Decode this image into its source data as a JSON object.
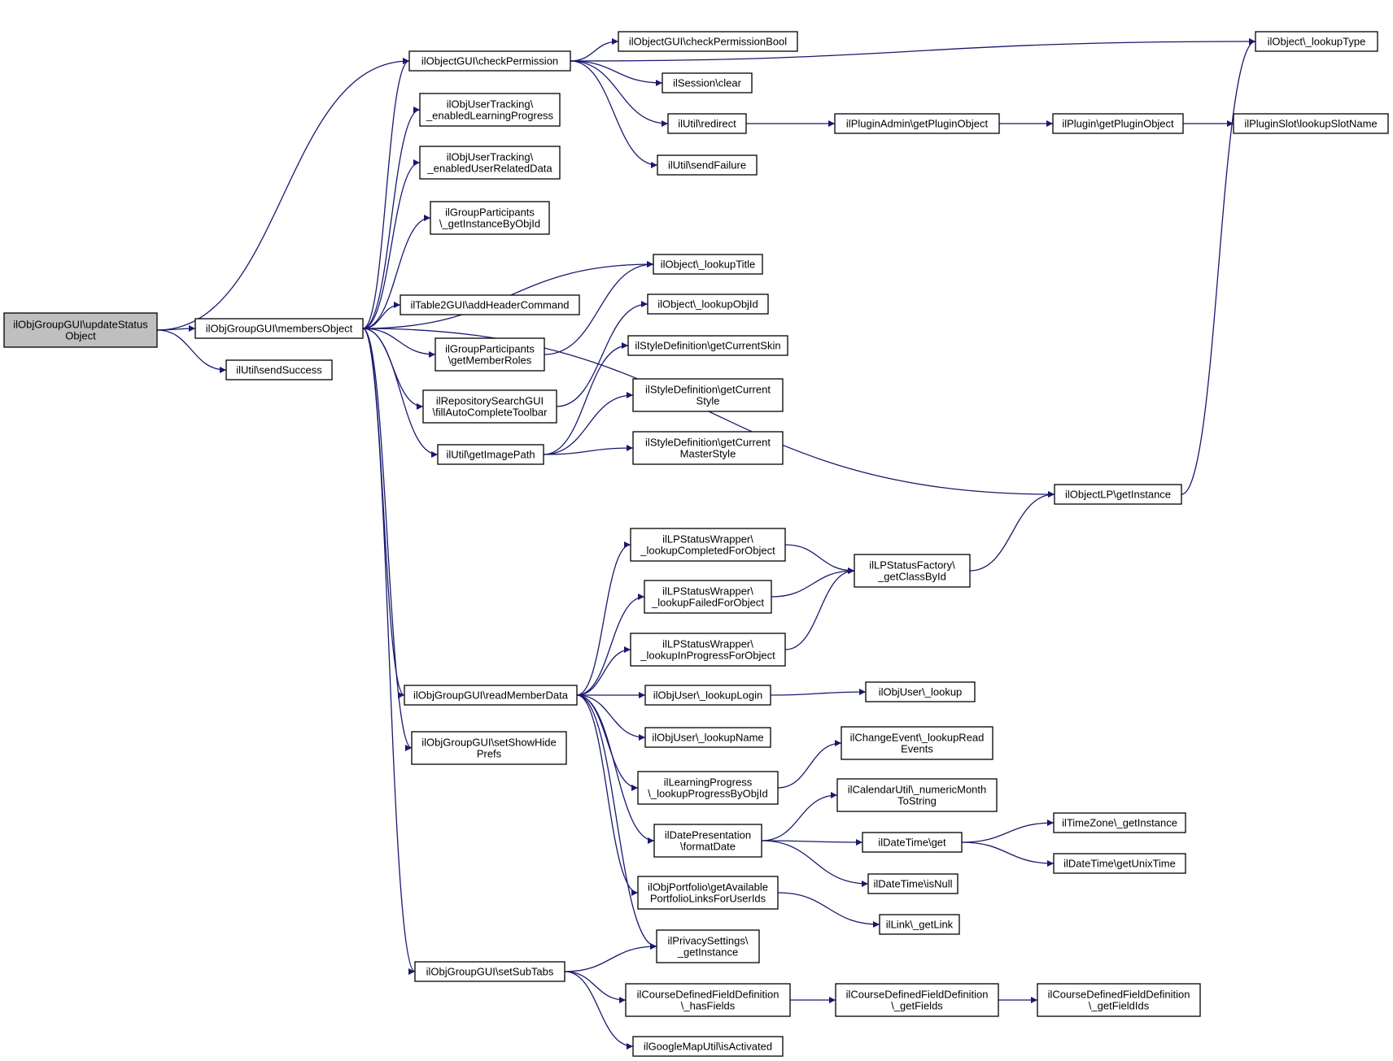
{
  "diagram": {
    "type": "call-graph",
    "colors": {
      "edge": "#191970",
      "root_fill": "#bfbfbf",
      "node_fill": "#ffffff",
      "border": "#000000"
    },
    "nodes": [
      {
        "id": "n0",
        "lines": [
          "ilObjGroupGUI\\updateStatus",
          "Object"
        ],
        "root": true
      },
      {
        "id": "n1",
        "lines": [
          "ilObjGroupGUI\\membersObject"
        ]
      },
      {
        "id": "n2",
        "lines": [
          "ilUtil\\sendSuccess"
        ]
      },
      {
        "id": "n3",
        "lines": [
          "ilObjectGUI\\checkPermission"
        ]
      },
      {
        "id": "n4",
        "lines": [
          "ilObjUserTracking\\",
          "_enabledLearningProgress"
        ]
      },
      {
        "id": "n5",
        "lines": [
          "ilObjUserTracking\\",
          "_enabledUserRelatedData"
        ]
      },
      {
        "id": "n6",
        "lines": [
          "ilGroupParticipants",
          "\\_getInstanceByObjId"
        ]
      },
      {
        "id": "n7",
        "lines": [
          "ilTable2GUI\\addHeaderCommand"
        ]
      },
      {
        "id": "n8",
        "lines": [
          "ilGroupParticipants",
          "\\getMemberRoles"
        ]
      },
      {
        "id": "n9",
        "lines": [
          "ilRepositorySearchGUI",
          "\\fillAutoCompleteToolbar"
        ]
      },
      {
        "id": "n10",
        "lines": [
          "ilUtil\\getImagePath"
        ]
      },
      {
        "id": "n11",
        "lines": [
          "ilObjGroupGUI\\readMemberData"
        ]
      },
      {
        "id": "n12",
        "lines": [
          "ilObjGroupGUI\\setShowHide",
          "Prefs"
        ]
      },
      {
        "id": "n13",
        "lines": [
          "ilObjGroupGUI\\setSubTabs"
        ]
      },
      {
        "id": "n14",
        "lines": [
          "ilObjectGUI\\checkPermissionBool"
        ]
      },
      {
        "id": "n15",
        "lines": [
          "ilSession\\clear"
        ]
      },
      {
        "id": "n16",
        "lines": [
          "ilUtil\\redirect"
        ]
      },
      {
        "id": "n17",
        "lines": [
          "ilUtil\\sendFailure"
        ]
      },
      {
        "id": "n18",
        "lines": [
          "ilObject\\_lookupTitle"
        ]
      },
      {
        "id": "n19",
        "lines": [
          "ilObject\\_lookupObjId"
        ]
      },
      {
        "id": "n20",
        "lines": [
          "ilStyleDefinition\\getCurrentSkin"
        ]
      },
      {
        "id": "n21",
        "lines": [
          "ilStyleDefinition\\getCurrent",
          "Style"
        ]
      },
      {
        "id": "n22",
        "lines": [
          "ilStyleDefinition\\getCurrent",
          "MasterStyle"
        ]
      },
      {
        "id": "n23",
        "lines": [
          "ilLPStatusWrapper\\",
          "_lookupCompletedForObject"
        ]
      },
      {
        "id": "n24",
        "lines": [
          "ilLPStatusWrapper\\",
          "_lookupFailedForObject"
        ]
      },
      {
        "id": "n25",
        "lines": [
          "ilLPStatusWrapper\\",
          "_lookupInProgressForObject"
        ]
      },
      {
        "id": "n26",
        "lines": [
          "ilObjUser\\_lookupLogin"
        ]
      },
      {
        "id": "n27",
        "lines": [
          "ilObjUser\\_lookupName"
        ]
      },
      {
        "id": "n28",
        "lines": [
          "ilLearningProgress",
          "\\_lookupProgressByObjId"
        ]
      },
      {
        "id": "n29",
        "lines": [
          "ilDatePresentation",
          "\\formatDate"
        ]
      },
      {
        "id": "n30",
        "lines": [
          "ilObjPortfolio\\getAvailable",
          "PortfolioLinksForUserIds"
        ]
      },
      {
        "id": "n31",
        "lines": [
          "ilPrivacySettings\\",
          "_getInstance"
        ]
      },
      {
        "id": "n32",
        "lines": [
          "ilCourseDefinedFieldDefinition",
          "\\_hasFields"
        ]
      },
      {
        "id": "n33",
        "lines": [
          "ilGoogleMapUtil\\isActivated"
        ]
      },
      {
        "id": "n34",
        "lines": [
          "ilPluginAdmin\\getPluginObject"
        ]
      },
      {
        "id": "n35",
        "lines": [
          "ilPlugin\\getPluginObject"
        ]
      },
      {
        "id": "n36",
        "lines": [
          "ilPluginSlot\\lookupSlotName"
        ]
      },
      {
        "id": "n37",
        "lines": [
          "ilObject\\_lookupType"
        ]
      },
      {
        "id": "n38",
        "lines": [
          "ilObjectLP\\getInstance"
        ]
      },
      {
        "id": "n39",
        "lines": [
          "ilLPStatusFactory\\",
          "_getClassById"
        ]
      },
      {
        "id": "n40",
        "lines": [
          "ilObjUser\\_lookup"
        ]
      },
      {
        "id": "n41",
        "lines": [
          "ilChangeEvent\\_lookupRead",
          "Events"
        ]
      },
      {
        "id": "n42",
        "lines": [
          "ilCalendarUtil\\_numericMonth",
          "ToString"
        ]
      },
      {
        "id": "n43",
        "lines": [
          "ilDateTime\\get"
        ]
      },
      {
        "id": "n44",
        "lines": [
          "ilDateTime\\isNull"
        ]
      },
      {
        "id": "n45",
        "lines": [
          "ilLink\\_getLink"
        ]
      },
      {
        "id": "n46",
        "lines": [
          "ilCourseDefinedFieldDefinition",
          "\\_getFields"
        ]
      },
      {
        "id": "n47",
        "lines": [
          "ilTimeZone\\_getInstance"
        ]
      },
      {
        "id": "n48",
        "lines": [
          "ilDateTime\\getUnixTime"
        ]
      },
      {
        "id": "n49",
        "lines": [
          "ilCourseDefinedFieldDefinition",
          "\\_getFieldIds"
        ]
      }
    ],
    "edges": [
      [
        "n0",
        "n1"
      ],
      [
        "n0",
        "n2"
      ],
      [
        "n0",
        "n3"
      ],
      [
        "n1",
        "n3"
      ],
      [
        "n1",
        "n4"
      ],
      [
        "n1",
        "n5"
      ],
      [
        "n1",
        "n6"
      ],
      [
        "n1",
        "n18"
      ],
      [
        "n1",
        "n7"
      ],
      [
        "n1",
        "n8"
      ],
      [
        "n1",
        "n9"
      ],
      [
        "n1",
        "n10"
      ],
      [
        "n1",
        "n38"
      ],
      [
        "n1",
        "n11"
      ],
      [
        "n1",
        "n12"
      ],
      [
        "n1",
        "n13"
      ],
      [
        "n3",
        "n14"
      ],
      [
        "n3",
        "n15"
      ],
      [
        "n3",
        "n16"
      ],
      [
        "n3",
        "n17"
      ],
      [
        "n3",
        "n37"
      ],
      [
        "n16",
        "n34"
      ],
      [
        "n34",
        "n35"
      ],
      [
        "n35",
        "n36"
      ],
      [
        "n8",
        "n18"
      ],
      [
        "n9",
        "n19"
      ],
      [
        "n10",
        "n20"
      ],
      [
        "n10",
        "n21"
      ],
      [
        "n10",
        "n22"
      ],
      [
        "n38",
        "n37"
      ],
      [
        "n11",
        "n23"
      ],
      [
        "n11",
        "n24"
      ],
      [
        "n11",
        "n25"
      ],
      [
        "n11",
        "n26"
      ],
      [
        "n11",
        "n27"
      ],
      [
        "n11",
        "n28"
      ],
      [
        "n11",
        "n29"
      ],
      [
        "n11",
        "n30"
      ],
      [
        "n11",
        "n31"
      ],
      [
        "n23",
        "n39"
      ],
      [
        "n24",
        "n39"
      ],
      [
        "n25",
        "n39"
      ],
      [
        "n39",
        "n38"
      ],
      [
        "n26",
        "n40"
      ],
      [
        "n28",
        "n41"
      ],
      [
        "n29",
        "n42"
      ],
      [
        "n29",
        "n43"
      ],
      [
        "n29",
        "n44"
      ],
      [
        "n43",
        "n47"
      ],
      [
        "n43",
        "n48"
      ],
      [
        "n30",
        "n45"
      ],
      [
        "n13",
        "n31"
      ],
      [
        "n13",
        "n32"
      ],
      [
        "n13",
        "n33"
      ],
      [
        "n32",
        "n46"
      ],
      [
        "n46",
        "n49"
      ]
    ]
  }
}
